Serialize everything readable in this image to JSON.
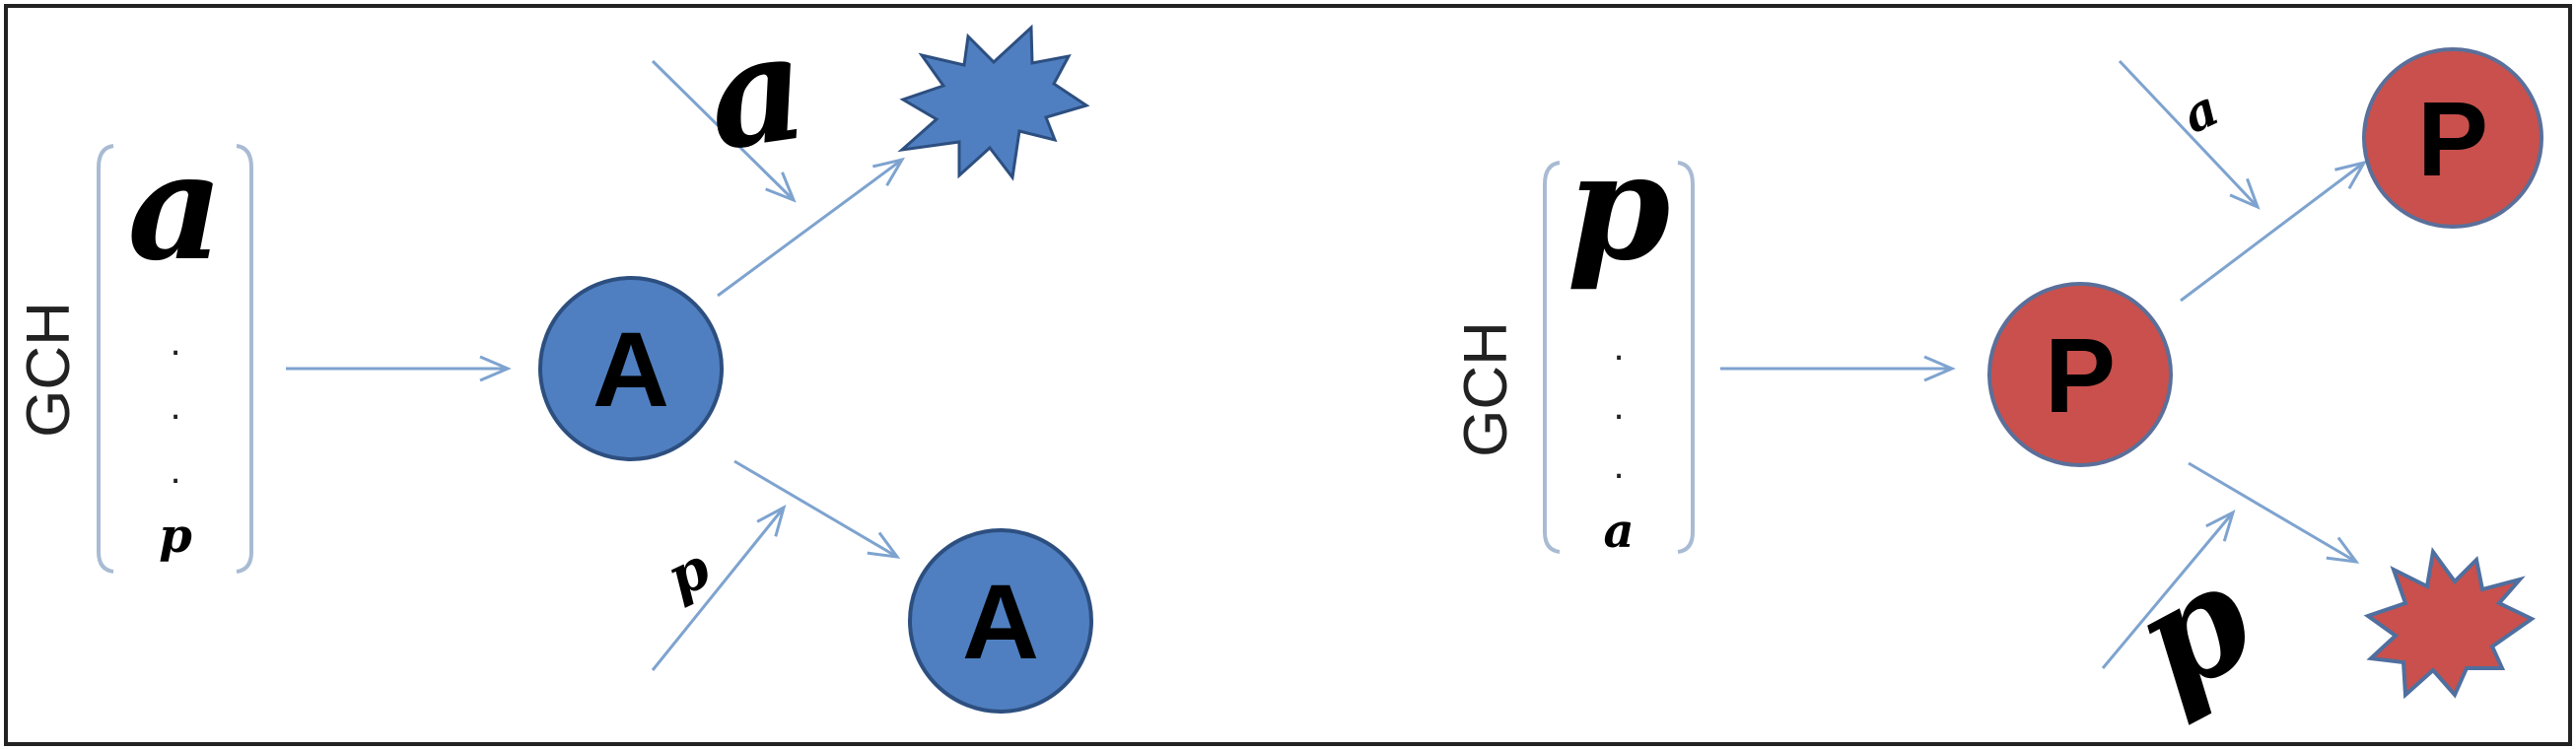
{
  "left_panel": {
    "side_label": "GCH",
    "vector": {
      "top": "a",
      "dots": [
        ".",
        ".",
        "."
      ],
      "bottom": "p"
    },
    "center_node": {
      "label": "A",
      "fill": "#4f7fc0"
    },
    "upper_signal": "a",
    "upper_result": {
      "shape": "starburst-icon",
      "fill": "#4f7fc0"
    },
    "lower_signal": "p",
    "lower_result": {
      "label": "A",
      "fill": "#4f7fc0"
    }
  },
  "right_panel": {
    "side_label": "GCH",
    "vector": {
      "top": "p",
      "dots": [
        ".",
        ".",
        "."
      ],
      "bottom": "a"
    },
    "center_node": {
      "label": "P",
      "fill": "#c9504c"
    },
    "upper_signal": "a",
    "upper_result": {
      "label": "P",
      "fill": "#c9504c"
    },
    "lower_signal": "p",
    "lower_result": {
      "shape": "starburst-icon",
      "fill": "#c9504c"
    }
  },
  "colors": {
    "arrow": "#7ea3cf",
    "node_stroke": "#2d4f80",
    "red_stroke": "#5a6f9a",
    "bracket": "#a9bbd3",
    "frame": "#222222"
  }
}
